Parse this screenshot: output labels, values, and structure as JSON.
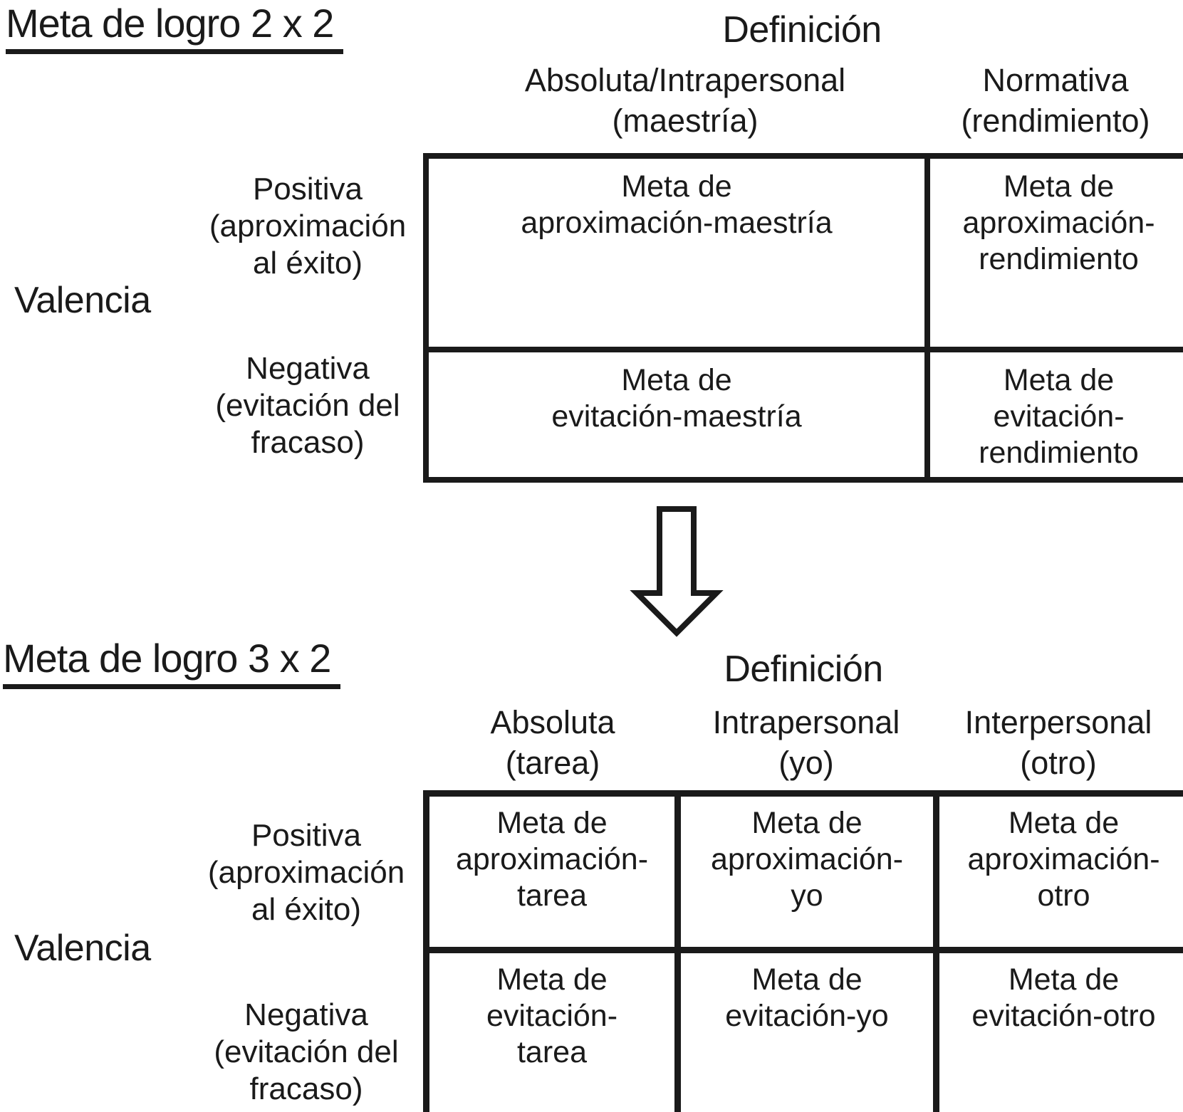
{
  "colors": {
    "ink": "#1a1a1a",
    "background": "#ffffff"
  },
  "figure": {
    "model_2x2": {
      "title": "Meta de logro 2 x 2",
      "definition_label": "Definición",
      "valence_label": "Valencia",
      "columns": [
        {
          "lines": [
            "Absoluta/Intrapersonal",
            "(maestría)"
          ]
        },
        {
          "lines": [
            "Normativa",
            "(rendimiento)"
          ]
        }
      ],
      "rows": [
        {
          "lines": [
            "Positiva",
            "(aproximación",
            "al éxito)"
          ]
        },
        {
          "lines": [
            "Negativa",
            "(evitación del",
            "fracaso)"
          ]
        }
      ],
      "cells": [
        [
          {
            "lines": [
              "Meta de",
              "aproximación-maestría"
            ]
          },
          {
            "lines": [
              "Meta de",
              "aproximación-",
              "rendimiento"
            ]
          }
        ],
        [
          {
            "lines": [
              "Meta de",
              "evitación-maestría"
            ]
          },
          {
            "lines": [
              "Meta de",
              "evitación-",
              "rendimiento"
            ]
          }
        ]
      ]
    },
    "arrow": {
      "direction": "down",
      "meaning": "transition from 2x2 model to 3x2 model"
    },
    "model_3x2": {
      "title": "Meta de logro 3 x 2",
      "definition_label": "Definición",
      "valence_label": "Valencia",
      "columns": [
        {
          "lines": [
            "Absoluta",
            "(tarea)"
          ]
        },
        {
          "lines": [
            "Intrapersonal",
            "(yo)"
          ]
        },
        {
          "lines": [
            "Interpersonal",
            "(otro)"
          ]
        }
      ],
      "rows": [
        {
          "lines": [
            "Positiva",
            "(aproximación",
            "al éxito)"
          ]
        },
        {
          "lines": [
            "Negativa",
            "(evitación del",
            "fracaso)"
          ]
        }
      ],
      "cells": [
        [
          {
            "lines": [
              "Meta de",
              "aproximación-",
              "tarea"
            ]
          },
          {
            "lines": [
              "Meta de",
              "aproximación-",
              "yo"
            ]
          },
          {
            "lines": [
              "Meta de",
              "aproximación-",
              "otro"
            ]
          }
        ],
        [
          {
            "lines": [
              "Meta de",
              "evitación-",
              "tarea"
            ]
          },
          {
            "lines": [
              "Meta de",
              "evitación-yo"
            ]
          },
          {
            "lines": [
              "Meta de",
              "evitación-otro"
            ]
          }
        ]
      ]
    }
  }
}
